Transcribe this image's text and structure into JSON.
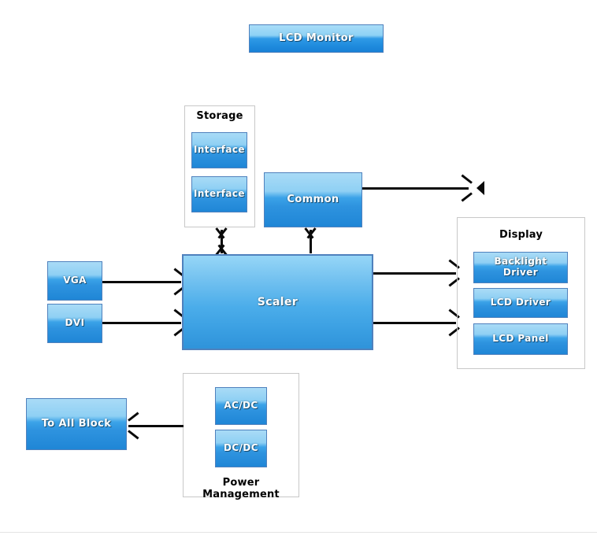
{
  "diagram": {
    "title_block": {
      "label": "LCD Monitor"
    },
    "groups": [
      {
        "name": "storage",
        "title": "Storage",
        "title_position": "top"
      },
      {
        "name": "display",
        "title": "Display",
        "title_position": "top"
      },
      {
        "name": "power-management",
        "title": "Power Management",
        "title_position": "bottom"
      }
    ],
    "blocks": [
      {
        "name": "storage-interface-1",
        "label": "Interface"
      },
      {
        "name": "storage-interface-2",
        "label": "Interface"
      },
      {
        "name": "common",
        "label": "Common"
      },
      {
        "name": "vga",
        "label": "VGA"
      },
      {
        "name": "dvi",
        "label": "DVI"
      },
      {
        "name": "scaler",
        "label": "Scaler"
      },
      {
        "name": "backlight-driver",
        "label": "Backlight Driver"
      },
      {
        "name": "lcd-driver",
        "label": "LCD Driver"
      },
      {
        "name": "lcd-panel",
        "label": "LCD Panel"
      },
      {
        "name": "ac-dc",
        "label": "AC/DC"
      },
      {
        "name": "dc-dc",
        "label": "DC/DC"
      },
      {
        "name": "to-all-block",
        "label": "To All Block"
      }
    ],
    "icons": [
      {
        "name": "speaker-icon",
        "glyph": "audio-output"
      }
    ],
    "connections": [
      {
        "from": "vga",
        "to": "scaler",
        "direction": "right"
      },
      {
        "from": "dvi",
        "to": "scaler",
        "direction": "right"
      },
      {
        "from": "storage",
        "to": "scaler",
        "direction": "bidirectional"
      },
      {
        "from": "scaler",
        "to": "common",
        "direction": "up"
      },
      {
        "from": "common",
        "to": "speaker-icon",
        "direction": "right"
      },
      {
        "from": "scaler",
        "to": "backlight-driver",
        "direction": "right"
      },
      {
        "from": "scaler",
        "to": "lcd-panel",
        "direction": "right"
      },
      {
        "from": "power-management",
        "to": "to-all-block",
        "direction": "left"
      }
    ],
    "colors": {
      "block_border": "#4f81bd",
      "block_gradient_top": "#a9dbf6",
      "block_gradient_bottom": "#1f86d6",
      "group_border": "#c8c8c8",
      "connector": "#0a0a0a",
      "label_text": "#ffffff",
      "group_title_text": "#000000"
    }
  }
}
